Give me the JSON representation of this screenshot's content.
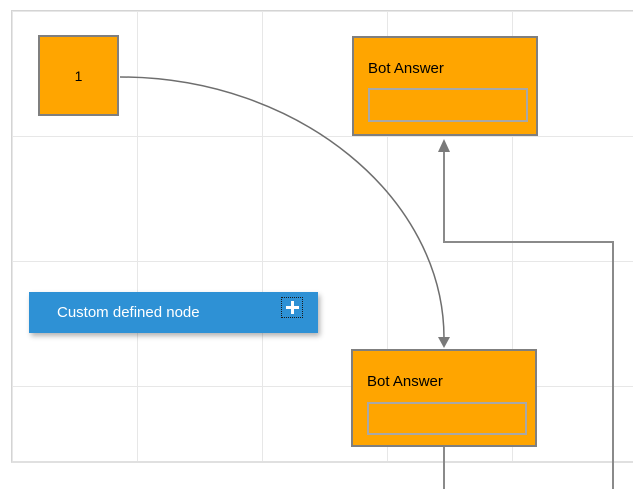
{
  "diagram": {
    "nodes": {
      "start": {
        "label": "1",
        "fill": "#FFA500"
      },
      "bot_answer_top": {
        "label": "Bot Answer",
        "fill": "#FFA500"
      },
      "bot_answer_bottom": {
        "label": "Bot Answer",
        "fill": "#FFA500"
      },
      "custom": {
        "label": "Custom defined node",
        "fill": "#2E91D5",
        "icon": "plus-icon"
      }
    },
    "connectors": [
      {
        "from": "start",
        "to": "bot_answer_bottom",
        "shape": "bezier-curve",
        "arrow": "target-filled"
      },
      {
        "from": "bot_answer_bottom",
        "to": "bot_answer_top",
        "shape": "orthogonal",
        "arrow": "target-filled"
      }
    ],
    "colors": {
      "connector": "#7A7A7A",
      "grid_line": "#E7E7E7",
      "page_border": "#D4D4D4",
      "node_border": "#7F7F7F",
      "node_orange": "#FFA500",
      "node_blue": "#2E91D5"
    }
  }
}
